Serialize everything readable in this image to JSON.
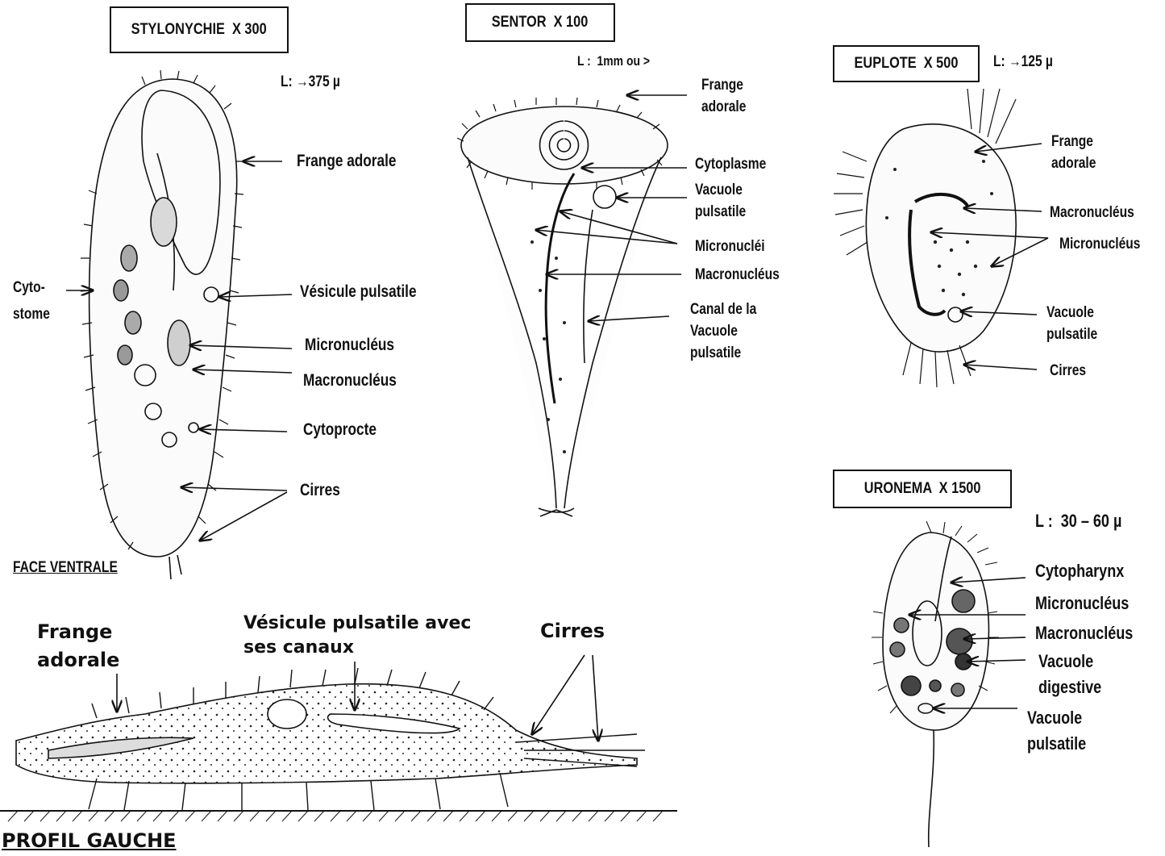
{
  "stylonychie": {
    "title": "STYLONYCHIE  X 300",
    "length": "L: →375 µ",
    "labels": {
      "frange": "Frange adorale",
      "cytostome": "Cyto-\nstome",
      "vesicule": "Vésicule pulsatile",
      "micronucleus": "Micronucléus",
      "macronucleus": "Macronucléus",
      "cytoprocte": "Cytoprocte",
      "cirres": "Cirres"
    },
    "view": "FACE VENTRALE"
  },
  "sentor": {
    "title": "SENTOR  X 100",
    "length": "L :  1mm ou >",
    "labels": {
      "frange": "Frange\nadorale",
      "cytoplasme": "Cytoplasme",
      "vacuole": "Vacuole\npulsatile",
      "micronuclei": "Micronucléi",
      "macronucleus": "Macronucléus",
      "canal": "Canal de la\nVacuole\npulsatile"
    }
  },
  "euplote": {
    "title": "EUPLOTE  X 500",
    "length": "L: →125 µ",
    "labels": {
      "frange": "Frange\nadorale",
      "macronucleus": "Macronucléus",
      "micronucleus": "Micronucléus",
      "vacuole": "Vacuole\npulsatile",
      "cirres": "Cirres"
    }
  },
  "uronema": {
    "title": "URONEMA  X 1500",
    "length": "L :  30 – 60 µ",
    "labels": {
      "cytopharynx": "Cytopharynx",
      "micronucleus": "Micronucléus",
      "macronucleus": "Macronucléus",
      "vacuole_digestive": "Vacuole\ndigestive",
      "vacuole_pulsatile": "Vacuole\npulsatile"
    }
  },
  "profil": {
    "title": "PROFIL GAUCHE",
    "labels": {
      "frange": "Frange\nadorale",
      "vesicule": "Vésicule pulsatile avec\nses canaux",
      "cirres": "Cirres"
    }
  }
}
